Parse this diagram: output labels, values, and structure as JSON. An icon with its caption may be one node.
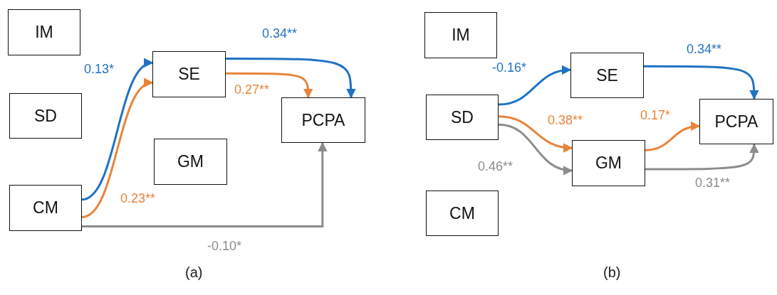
{
  "diagram": {
    "nodes": [
      {
        "text": [
          "IM"
        ]
      },
      {
        "text": [
          "SE"
        ]
      },
      {
        "text": [
          "SD"
        ]
      },
      {
        "text": [
          "PCPA"
        ]
      },
      {
        "text": [
          "GM"
        ]
      },
      {
        "text": [
          "CM"
        ]
      },
      {
        "text": [
          "IM"
        ]
      },
      {
        "text": [
          "SE"
        ]
      },
      {
        "text": [
          "SD"
        ]
      },
      {
        "text": [
          "PCPA"
        ]
      },
      {
        "text": [
          "GM"
        ]
      },
      {
        "text": [
          "CM"
        ]
      }
    ],
    "edges": [
      {
        "from": 5,
        "to": 1,
        "arrow": "to",
        "label": "0.13*",
        "color": "#1f72c4"
      },
      {
        "from": 5,
        "to": 1,
        "arrow": "to",
        "label": "0.23**",
        "color": "#e8843a"
      },
      {
        "from": 1,
        "to": 3,
        "arrow": "to",
        "label": "0.34**",
        "color": "#1f72c4"
      },
      {
        "from": 1,
        "to": 3,
        "arrow": "to",
        "label": "0.27**",
        "color": "#e8843a"
      },
      {
        "from": 5,
        "to": 3,
        "arrow": "to",
        "label": "-0.10*",
        "color": "#8c8c8c"
      },
      {
        "from": 8,
        "to": 7,
        "arrow": "to",
        "label": "-0.16*",
        "color": "#1f72c4"
      },
      {
        "from": 7,
        "to": 9,
        "arrow": "to",
        "label": "0.34**",
        "color": "#1f72c4"
      },
      {
        "from": 8,
        "to": 10,
        "arrow": "to",
        "label": "0.38**",
        "color": "#e8843a"
      },
      {
        "from": 10,
        "to": 9,
        "arrow": "to",
        "label": "0.17*",
        "color": "#e8843a"
      },
      {
        "from": 8,
        "to": 10,
        "arrow": "to",
        "label": "0.46**",
        "color": "#8c8c8c"
      },
      {
        "from": 10,
        "to": 9,
        "arrow": "to",
        "label": "0.31**",
        "color": "#8c8c8c"
      }
    ],
    "labels": [
      "(a)",
      "(b)"
    ]
  }
}
